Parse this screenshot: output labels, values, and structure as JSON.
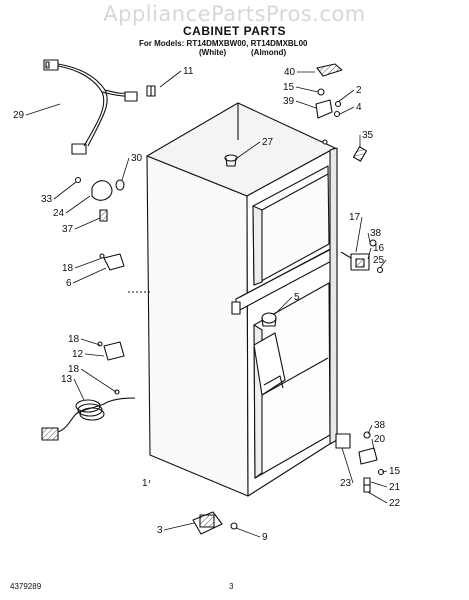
{
  "header": {
    "watermark": "AppliancePartsPros.com",
    "title": "CABINET PARTS",
    "models": "For Models: RT14DMXBW00, RT14DMXBL00",
    "variant_white": "(White)",
    "variant_almond": "(Almond)"
  },
  "footer": {
    "doc_number": "4379289",
    "page_number": "3"
  },
  "callouts": [
    "11",
    "40",
    "15",
    "2",
    "4",
    "39",
    "29",
    "27",
    "35",
    "30",
    "33",
    "24",
    "37",
    "17",
    "38",
    "16",
    "25",
    "18",
    "6",
    "5",
    "18",
    "12",
    "13",
    "18",
    "38",
    "20",
    "15",
    "21",
    "22",
    "1",
    "23",
    "3",
    "9"
  ]
}
